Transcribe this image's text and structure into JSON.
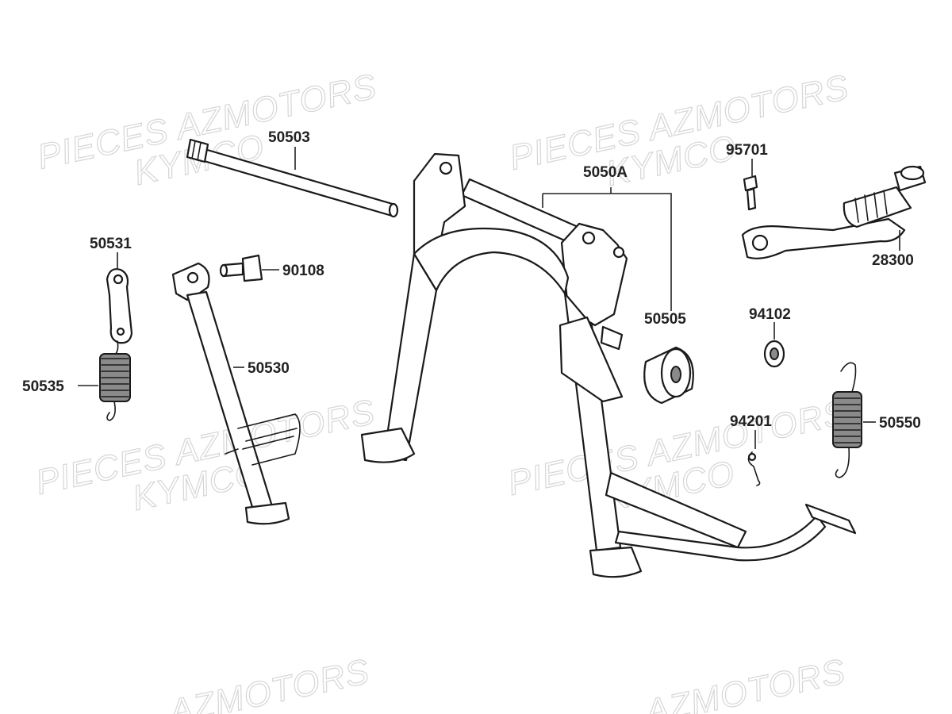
{
  "watermarks": [
    {
      "line1": "PIECES AZMOTORS",
      "line2": "KYMCO"
    },
    {
      "line1": "PIECES AZMOTORS",
      "line2": "KYMCO"
    },
    {
      "line1": "PIECES AZMOTORS",
      "line2": "KYMCO"
    },
    {
      "line1": "PIECES AZMOTORS",
      "line2": "KYMCO"
    },
    {
      "line1": "AZMOTORS",
      "line2": ""
    },
    {
      "line1": "AZMOTORS",
      "line2": ""
    }
  ],
  "parts": {
    "p50503": "50503",
    "p5050A": "5050A",
    "p95701": "95701",
    "p28300": "28300",
    "p50531": "50531",
    "p90108": "90108",
    "p50505": "50505",
    "p94102": "94102",
    "p50535": "50535",
    "p50530": "50530",
    "p94201": "94201",
    "p50550": "50550"
  }
}
